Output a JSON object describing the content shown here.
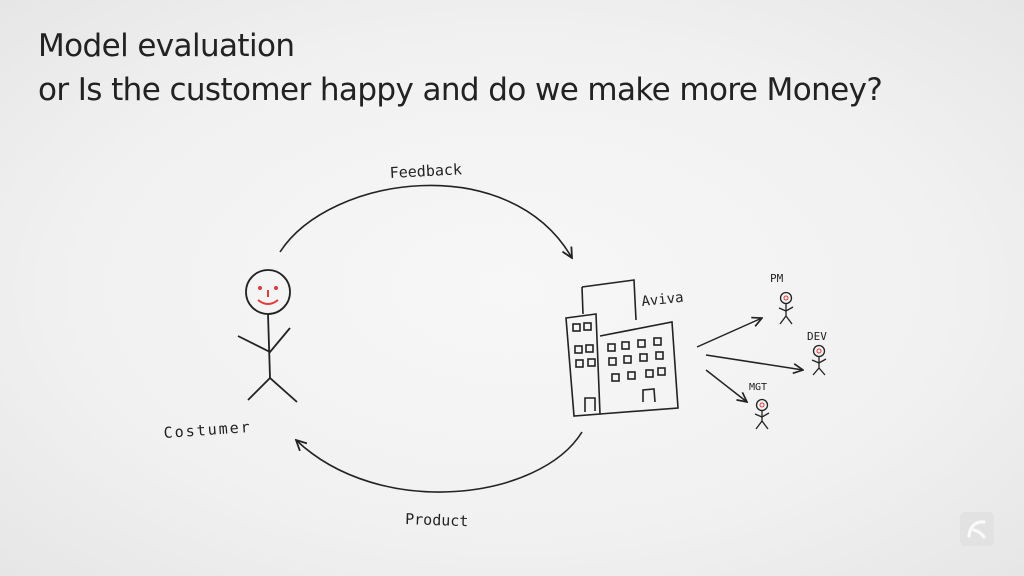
{
  "slide": {
    "title_line1": "Model evaluation",
    "title_line2": "or Is the customer happy and do we make more Money?"
  },
  "diagram": {
    "customer_label": "Costumer",
    "company_label": "Aviva",
    "feedback_label": "Feedback",
    "product_label": "Product",
    "roles": [
      "PM",
      "DEV",
      "MGT"
    ]
  },
  "colors": {
    "ink": "#222222",
    "face_accent": "#e23b3b",
    "logo_bg": "#e2e2e2"
  },
  "icons": {
    "logo": "brand-logo-icon"
  }
}
